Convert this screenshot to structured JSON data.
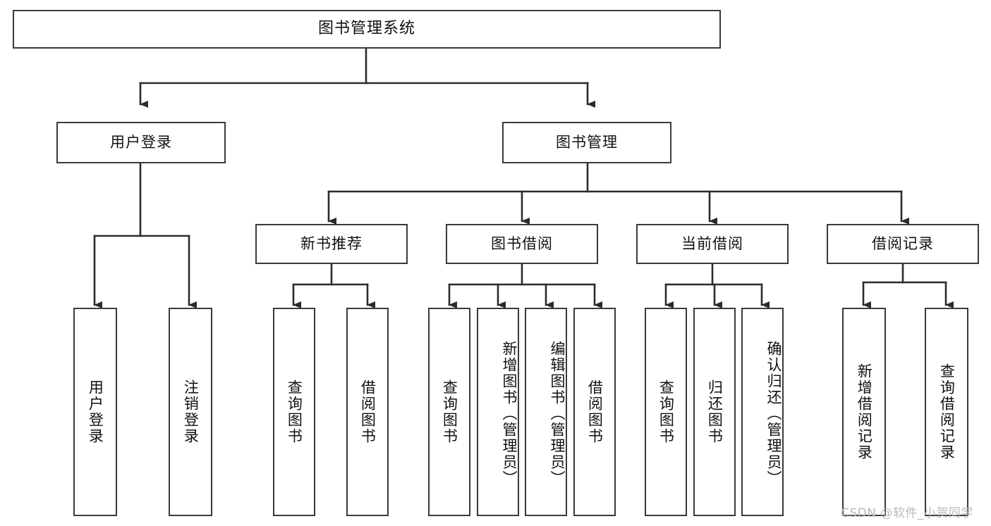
{
  "diagram": {
    "type": "tree-hierarchy",
    "title": "图书管理系统",
    "watermark": "CSDN @软件_小贺同学",
    "colors": {
      "box_border": "#3a3a3a",
      "box_fill": "#ffffff",
      "edge": "#2b2b2b",
      "text": "#111111",
      "watermark": "#b9b9b9",
      "background": "#ffffff"
    },
    "levels": [
      {
        "level": 0,
        "nodes": [
          {
            "id": "root",
            "label": "图书管理系统",
            "orientation": "horizontal"
          }
        ]
      },
      {
        "level": 1,
        "nodes": [
          {
            "id": "user-login",
            "label": "用户登录",
            "orientation": "horizontal",
            "parent": "root"
          },
          {
            "id": "book-manage",
            "label": "图书管理",
            "orientation": "horizontal",
            "parent": "root"
          }
        ]
      },
      {
        "level": 2,
        "nodes": [
          {
            "id": "new-book-rec",
            "label": "新书推荐",
            "orientation": "horizontal",
            "parent": "book-manage"
          },
          {
            "id": "book-borrow",
            "label": "图书借阅",
            "orientation": "horizontal",
            "parent": "book-manage"
          },
          {
            "id": "current-borrow",
            "label": "当前借阅",
            "orientation": "horizontal",
            "parent": "book-manage"
          },
          {
            "id": "borrow-record",
            "label": "借阅记录",
            "orientation": "horizontal",
            "parent": "book-manage"
          }
        ]
      },
      {
        "level": 3,
        "nodes": [
          {
            "id": "leaf-user-login",
            "label": "用户登录",
            "orientation": "vertical",
            "parent": "user-login"
          },
          {
            "id": "leaf-user-logout",
            "label": "注销登录",
            "orientation": "vertical",
            "parent": "user-login"
          },
          {
            "id": "leaf-query-book-1",
            "label": "查询图书",
            "orientation": "vertical",
            "parent": "new-book-rec"
          },
          {
            "id": "leaf-borrow-book-1",
            "label": "借阅图书",
            "orientation": "vertical",
            "parent": "new-book-rec"
          },
          {
            "id": "leaf-query-book-2",
            "label": "查询图书",
            "orientation": "vertical",
            "parent": "book-borrow"
          },
          {
            "id": "leaf-add-book",
            "label": "新增图书（管理员）",
            "orientation": "vertical",
            "parent": "book-borrow"
          },
          {
            "id": "leaf-edit-book",
            "label": "编辑图书（管理员）",
            "orientation": "vertical",
            "parent": "book-borrow"
          },
          {
            "id": "leaf-borrow-book-2",
            "label": "借阅图书",
            "orientation": "vertical",
            "parent": "book-borrow"
          },
          {
            "id": "leaf-query-book-3",
            "label": "查询图书",
            "orientation": "vertical",
            "parent": "current-borrow"
          },
          {
            "id": "leaf-return-book",
            "label": "归还图书",
            "orientation": "vertical",
            "parent": "current-borrow"
          },
          {
            "id": "leaf-confirm-return",
            "label": "确认归还（管理员）",
            "orientation": "vertical",
            "parent": "current-borrow"
          },
          {
            "id": "leaf-add-record",
            "label": "新增借阅记录",
            "orientation": "vertical",
            "parent": "borrow-record"
          },
          {
            "id": "leaf-query-record",
            "label": "查询借阅记录",
            "orientation": "vertical",
            "parent": "borrow-record"
          }
        ]
      }
    ]
  }
}
